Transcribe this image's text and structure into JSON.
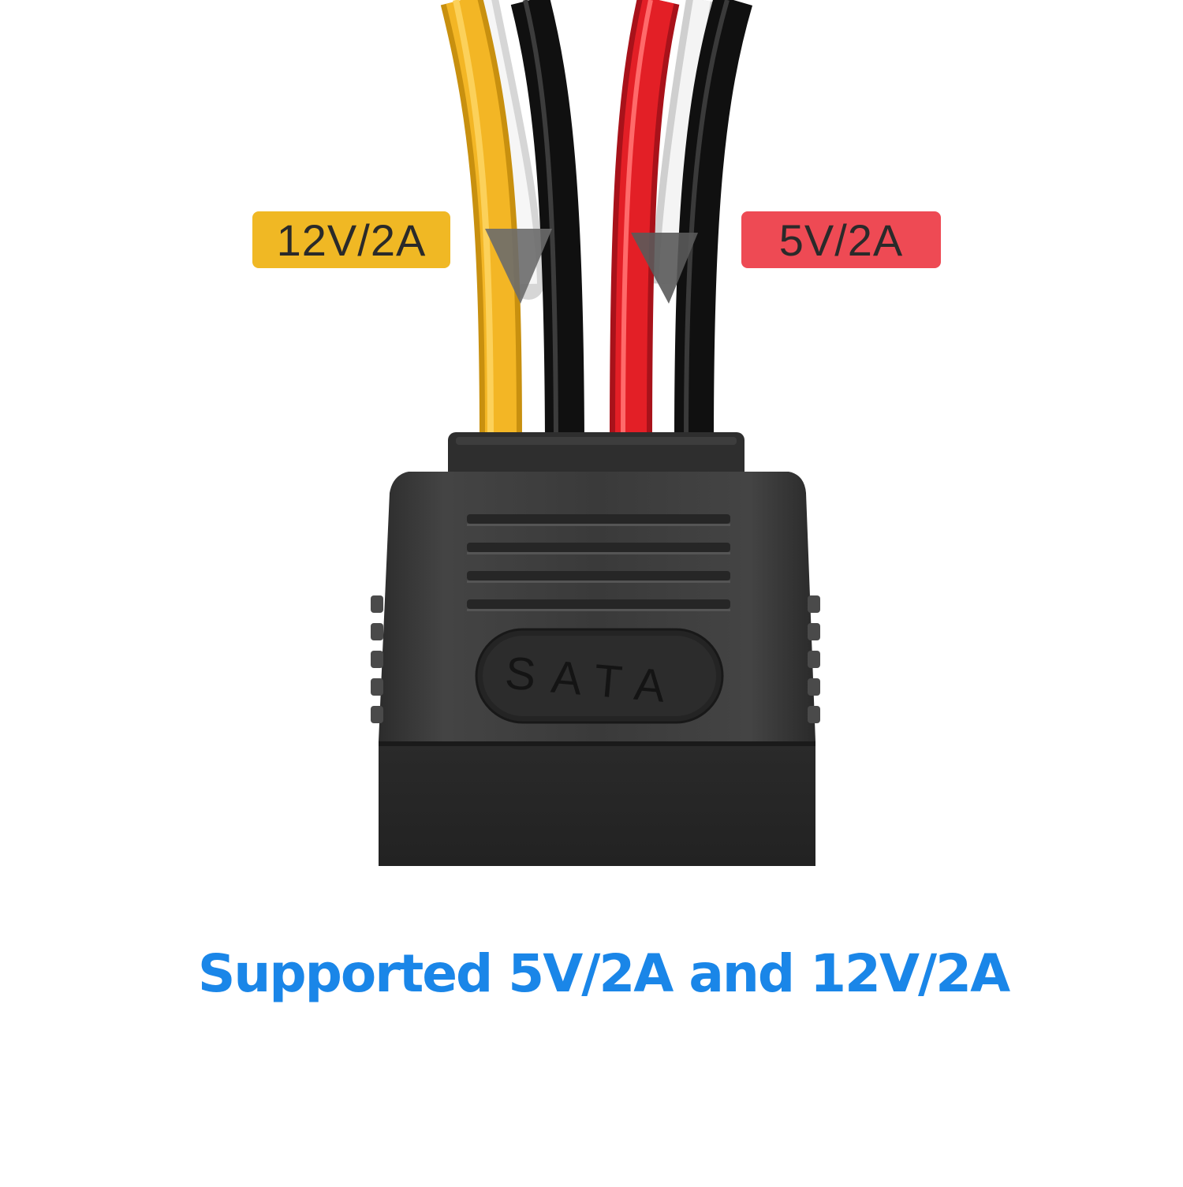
{
  "labels": {
    "left_rating": "12V/2A",
    "right_rating": "5V/2A"
  },
  "connector": {
    "embossed_text": "SATA"
  },
  "caption": "Supported 5V/2A and 12V/2A",
  "colors": {
    "left_badge": "#f0b824",
    "right_badge": "#ee4a54",
    "caption": "#1a86e8",
    "wire_yellow": "#f3b625",
    "wire_red": "#e31f26",
    "wire_black": "#151515",
    "wire_white": "#f2f2f2",
    "connector_body": "#3a3a3a"
  }
}
